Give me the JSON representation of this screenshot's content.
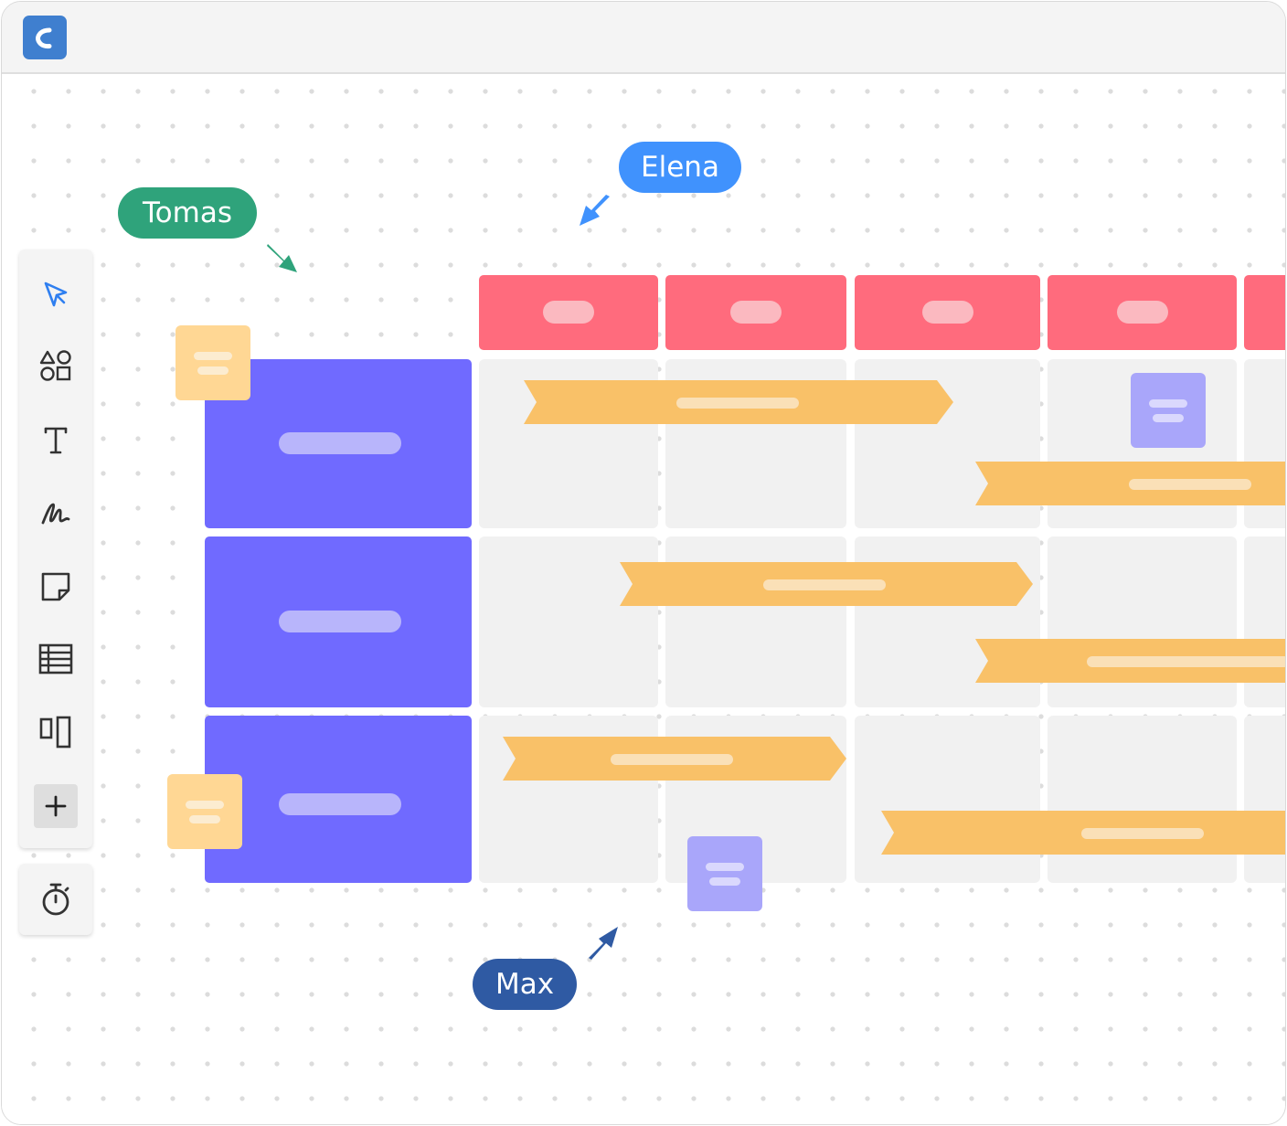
{
  "app": {
    "logo_icon": "app-logo-icon",
    "accent": "#3f7fcf"
  },
  "toolbar": {
    "tools": [
      {
        "name": "select",
        "icon": "pointer-icon"
      },
      {
        "name": "shapes",
        "icon": "shapes-icon"
      },
      {
        "name": "text",
        "icon": "text-icon"
      },
      {
        "name": "draw",
        "icon": "pen-icon"
      },
      {
        "name": "sticky-note",
        "icon": "sticky-note-icon"
      },
      {
        "name": "table",
        "icon": "table-icon"
      },
      {
        "name": "layout",
        "icon": "columns-icon"
      },
      {
        "name": "more",
        "icon": "plus-icon"
      }
    ],
    "timer": {
      "icon": "stopwatch-icon"
    }
  },
  "collaborators": [
    {
      "name": "Tomas",
      "color": "#2fa37b"
    },
    {
      "name": "Elena",
      "color": "#4092fd"
    },
    {
      "name": "Max",
      "color": "#2f5aa3"
    }
  ],
  "board": {
    "header_color": "#ff6b7d",
    "lane_color": "#706aff",
    "task_color": "#f9c168",
    "columns": 5,
    "rows": 3
  }
}
